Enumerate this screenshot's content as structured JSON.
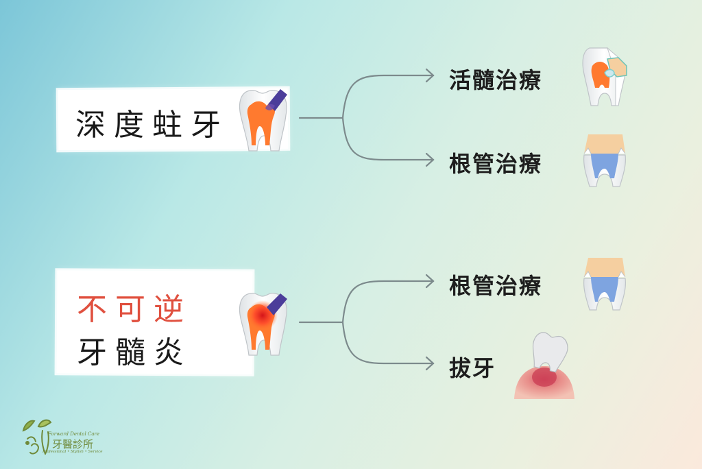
{
  "groups": [
    {
      "condition_lines": [
        {
          "text": "深度蛀牙",
          "color": "#1a1a1a"
        }
      ],
      "treatments": [
        "活髓治療",
        "根管治療"
      ]
    },
    {
      "condition_lines": [
        {
          "text": "不可逆",
          "color": "#e0503f"
        },
        {
          "text": "牙髓炎",
          "color": "#1a1a1a"
        }
      ],
      "treatments": [
        "根管治療",
        "拔牙"
      ]
    }
  ],
  "logo": {
    "english_name": "Forward Dental Care",
    "chinese_name": "牙醫診所",
    "tagline": "Professional • Stylish • Service"
  },
  "colors": {
    "arrow": "#7c8a8c",
    "decay": "#ff7a2f",
    "tool": "#4b3d9a",
    "filling": "#f5cfa0",
    "root_filling": "#7ea4e0",
    "logo": "#6f8a3a"
  }
}
